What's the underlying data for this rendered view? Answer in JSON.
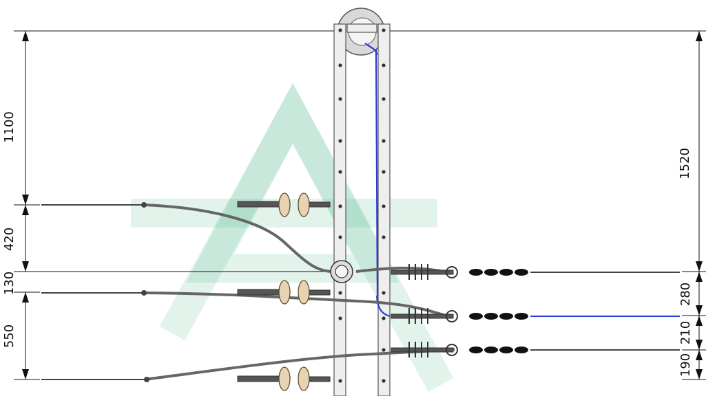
{
  "dimensions": {
    "left": [
      "1100",
      "420",
      "130",
      "550"
    ],
    "right": [
      "1520",
      "280",
      "210",
      "190"
    ]
  },
  "colors": {
    "line": "#111111",
    "post": "#eeeeee",
    "insulator": "#e7d2b2",
    "blue_cable": "#243bd6",
    "watermark": "#22a66d"
  }
}
